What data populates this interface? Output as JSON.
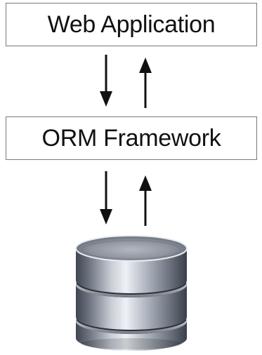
{
  "layers": [
    {
      "label": "Web Application"
    },
    {
      "label": "ORM Framework"
    }
  ],
  "connectors": [
    {
      "from": "Web Application",
      "to": "ORM Framework",
      "directions": [
        "down",
        "up"
      ]
    },
    {
      "from": "ORM Framework",
      "to": "database",
      "directions": [
        "down",
        "up"
      ]
    }
  ],
  "database": {
    "icon": "database-icon"
  },
  "colors": {
    "box_border": "#7a7a7a",
    "text": "#111111",
    "arrow": "#111111"
  }
}
